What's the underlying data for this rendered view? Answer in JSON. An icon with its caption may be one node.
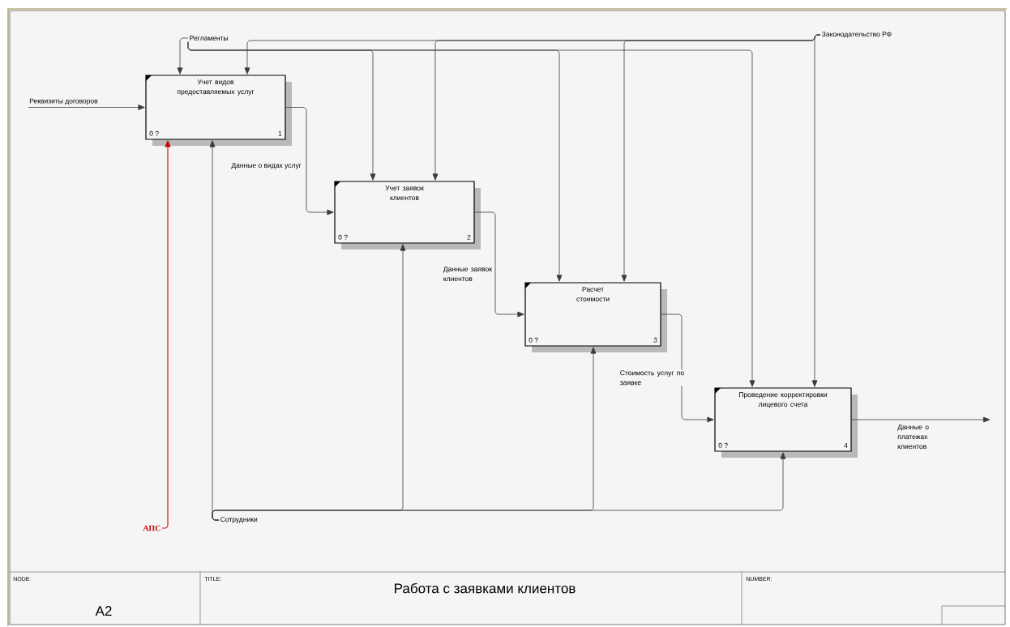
{
  "diagram": {
    "title": "Работа  с заявками клиентов",
    "nodes": [
      {
        "text": [
          "Учет видов предоставляемых услуг",
          "0 ?",
          "1"
        ]
      },
      {
        "text": [
          "Учет заявок клиентов",
          "0 ?",
          "2"
        ]
      },
      {
        "text": [
          "Расчет стоимости",
          "0 ?",
          "3"
        ]
      },
      {
        "text": [
          "Проведение корректировки лицевого счета",
          "0 ?",
          "4"
        ]
      },
      {
        "text": [
          "Регламенты"
        ]
      },
      {
        "text": [
          "Законодательство РФ"
        ]
      },
      {
        "text": [
          "Сотрудники"
        ]
      },
      {
        "text": [
          "АПС"
        ]
      }
    ],
    "edges": [
      {
        "from": null,
        "to": 0,
        "arrow": "to",
        "label": "Реквизиты договоров"
      },
      {
        "from": 0,
        "to": 1,
        "arrow": "to",
        "label": "Данные о видах услуг"
      },
      {
        "from": 1,
        "to": 2,
        "arrow": "to",
        "label": "Данные заявок клиентов"
      },
      {
        "from": 2,
        "to": 3,
        "arrow": "to",
        "label": "Стоимость услуг по заявке"
      },
      {
        "from": 3,
        "to": null,
        "arrow": "to",
        "label": "Данные о платежах клиентов"
      },
      {
        "from": 4,
        "to": 0,
        "arrow": "to"
      },
      {
        "from": 4,
        "to": 1,
        "arrow": "to"
      },
      {
        "from": 4,
        "to": 2,
        "arrow": "to"
      },
      {
        "from": 4,
        "to": 3,
        "arrow": "to"
      },
      {
        "from": 5,
        "to": 0,
        "arrow": "to"
      },
      {
        "from": 5,
        "to": 1,
        "arrow": "to"
      },
      {
        "from": 5,
        "to": 2,
        "arrow": "to"
      },
      {
        "from": 5,
        "to": 3,
        "arrow": "to"
      },
      {
        "from": 6,
        "to": 0,
        "arrow": "to"
      },
      {
        "from": 6,
        "to": 1,
        "arrow": "to"
      },
      {
        "from": 6,
        "to": 2,
        "arrow": "to"
      },
      {
        "from": 6,
        "to": 3,
        "arrow": "to"
      },
      {
        "from": 7,
        "to": 0,
        "arrow": "to",
        "color": "#cc0000"
      }
    ],
    "labels": [
      "NODE:",
      "TITLE:",
      "NUMBER:",
      "A2"
    ]
  }
}
